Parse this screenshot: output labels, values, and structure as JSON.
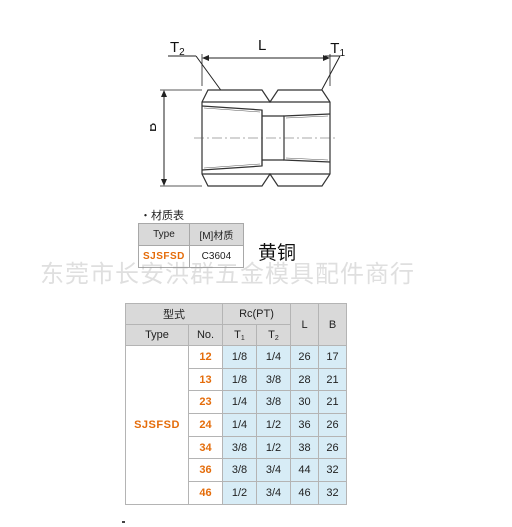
{
  "drawing": {
    "dim_length": "L",
    "dim_height": "B",
    "thread_left": "T2",
    "thread_right": "T1"
  },
  "material": {
    "section_title": "・材质表",
    "header_type": "Type",
    "header_material": "[M]材质",
    "type_code": "SJSFSD",
    "material_code": "C3604",
    "material_name": "黄铜"
  },
  "watermark": "东莞市长安洪群五金模具配件商行",
  "spec_table": {
    "header_model": "型式",
    "header_rc": "Rc(PT)",
    "header_L": "L",
    "header_B": "B",
    "header_type": "Type",
    "header_no": "No.",
    "header_t1": "T",
    "header_t1_sub": "1",
    "header_t2": "T",
    "header_t2_sub": "2",
    "type_code": "SJSFSD",
    "rows": [
      {
        "no": "12",
        "t1": "1/8",
        "t2": "1/4",
        "l": "26",
        "b": "17"
      },
      {
        "no": "13",
        "t1": "1/8",
        "t2": "3/8",
        "l": "28",
        "b": "21"
      },
      {
        "no": "23",
        "t1": "1/4",
        "t2": "3/8",
        "l": "30",
        "b": "21"
      },
      {
        "no": "24",
        "t1": "1/4",
        "t2": "1/2",
        "l": "36",
        "b": "26"
      },
      {
        "no": "34",
        "t1": "3/8",
        "t2": "1/2",
        "l": "38",
        "b": "26"
      },
      {
        "no": "36",
        "t1": "3/8",
        "t2": "3/4",
        "l": "44",
        "b": "32"
      },
      {
        "no": "46",
        "t1": "1/2",
        "t2": "3/4",
        "l": "46",
        "b": "32"
      }
    ]
  },
  "colors": {
    "accent_orange": "#e46c0a",
    "header_gray": "#d9d9d9",
    "cell_blue": "#d7ecf6"
  }
}
